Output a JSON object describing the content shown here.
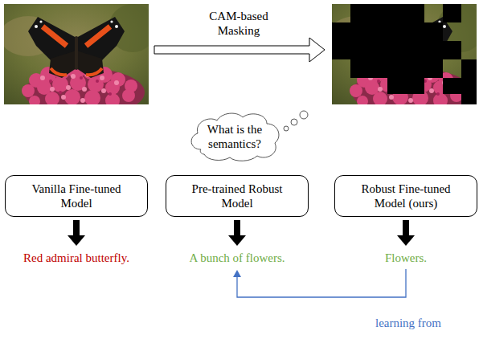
{
  "diagram": {
    "nodes": [
      {
        "text": [
          "What is the semantics?"
        ]
      },
      {
        "text": [
          "Vanilla Fine-tuned Model"
        ]
      },
      {
        "text": [
          "Pre-trained Robust Model"
        ]
      },
      {
        "text": [
          "Robust Fine-tuned Model (ours)"
        ]
      }
    ],
    "labels": [
      "CAM-based Masking",
      "Red admiral butterfly.",
      "A bunch of flowers.",
      "Flowers.",
      "learning from"
    ]
  }
}
